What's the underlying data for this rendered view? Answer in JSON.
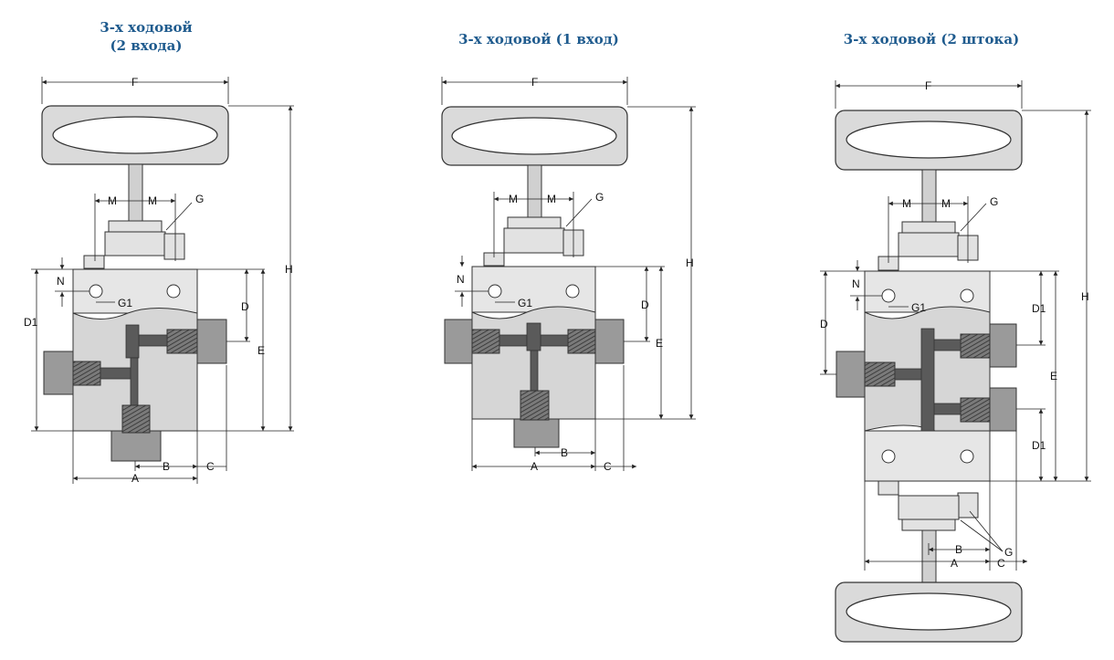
{
  "titles": {
    "left_line1": "3-х ходовой",
    "left_line2": "(2 входа)",
    "middle": "3-х ходовой (1 вход)",
    "right": "3-х ходовой (2 штока)"
  },
  "dimension_labels": {
    "F": "F",
    "M": "M",
    "G": "G",
    "G1": "G1",
    "N": "N",
    "D": "D",
    "D1": "D1",
    "E": "E",
    "H": "H",
    "A": "A",
    "B": "B",
    "C": "C"
  },
  "colors": {
    "title": "#1f5b8e",
    "body": "#d6d6d6",
    "channel": "#5a5a5a"
  }
}
